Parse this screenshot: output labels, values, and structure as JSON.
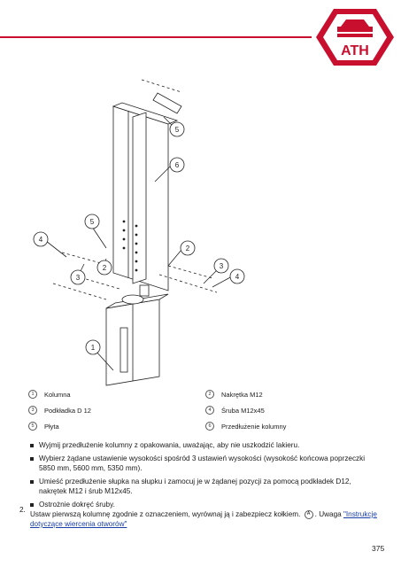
{
  "header": {
    "accent_color": "#c8102e"
  },
  "logo": {
    "text": "ATH",
    "icon": "car-lift-logo-icon"
  },
  "diagram": {
    "callouts": [
      "5",
      "6",
      "5",
      "4",
      "2",
      "3",
      "4",
      "3",
      "2",
      "1"
    ]
  },
  "legend": {
    "items": [
      {
        "num": "1",
        "label": "Kolumna"
      },
      {
        "num": "2",
        "label": "Nakrętka M12"
      },
      {
        "num": "3",
        "label": "Podkładka D 12"
      },
      {
        "num": "4",
        "label": "Śruba M12x45"
      },
      {
        "num": "5",
        "label": "Płyta"
      },
      {
        "num": "6",
        "label": "Przedłużenie kolumny"
      }
    ]
  },
  "bullets": [
    "Wyjmij przedłużenie kolumny z opakowania, uważając, aby nie uszkodzić lakieru.",
    "Wybierz żądane ustawienie wysokości spośród 3 ustawień wysokości (wysokość końcowa poprzeczki 5850 mm, 5600 mm, 5350 mm).",
    "Umieść przedłużenie słupka na słupku i zamocuj je w żądanej pozycji za pomocą podkładek D12, nakrętek M12 i śrub M12x45.",
    "Ostrożnie dokręć śruby."
  ],
  "step": {
    "number": "2.",
    "text_before": "Ustaw pierwszą kolumnę zgodnie z oznaczeniem, wyrównaj ją i zabezpiecz kołkiem.",
    "circle_label": "A",
    "text_middle": ". Uwaga ",
    "link_text": "\"Instrukcje dotyczące wiercenia otworów\""
  },
  "page_number": "375"
}
